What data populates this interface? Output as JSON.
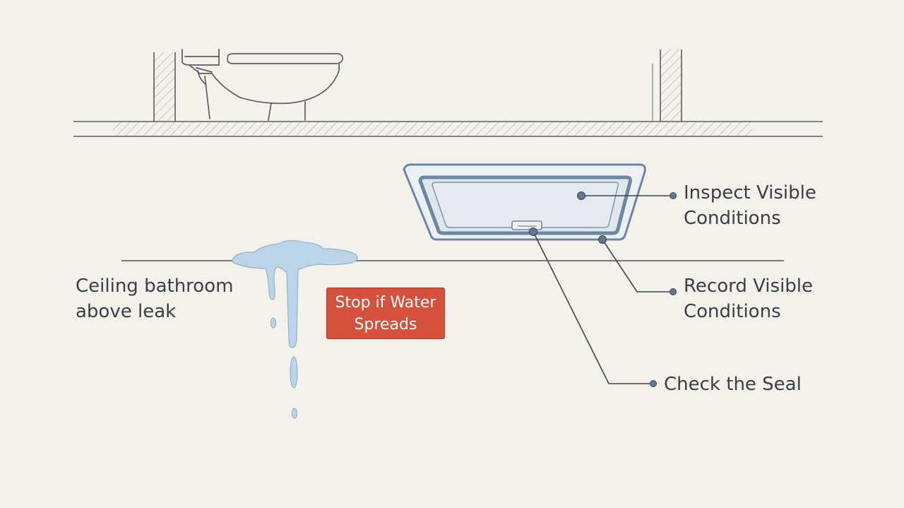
{
  "labels": {
    "inspect": [
      "Inspect Visible",
      "Conditions"
    ],
    "record": [
      "Record Visible",
      "Conditions"
    ],
    "seal": "Check the Seal",
    "ceiling": [
      "Ceiling bathroom",
      "above leak"
    ]
  },
  "warning": [
    "Stop if Water",
    "Spreads"
  ],
  "colors": {
    "background": "#f3f1ea",
    "line": "#4a4e55",
    "hatch": "#9a9c9f",
    "panel_frame": "#6d87a3",
    "panel_glass": "#dfe6ec",
    "water": "#b9d2e6",
    "warning": "#d5513c",
    "text": "#3a3f47"
  },
  "icons": [
    "toilet-icon",
    "access-panel-icon",
    "water-leak-icon"
  ]
}
